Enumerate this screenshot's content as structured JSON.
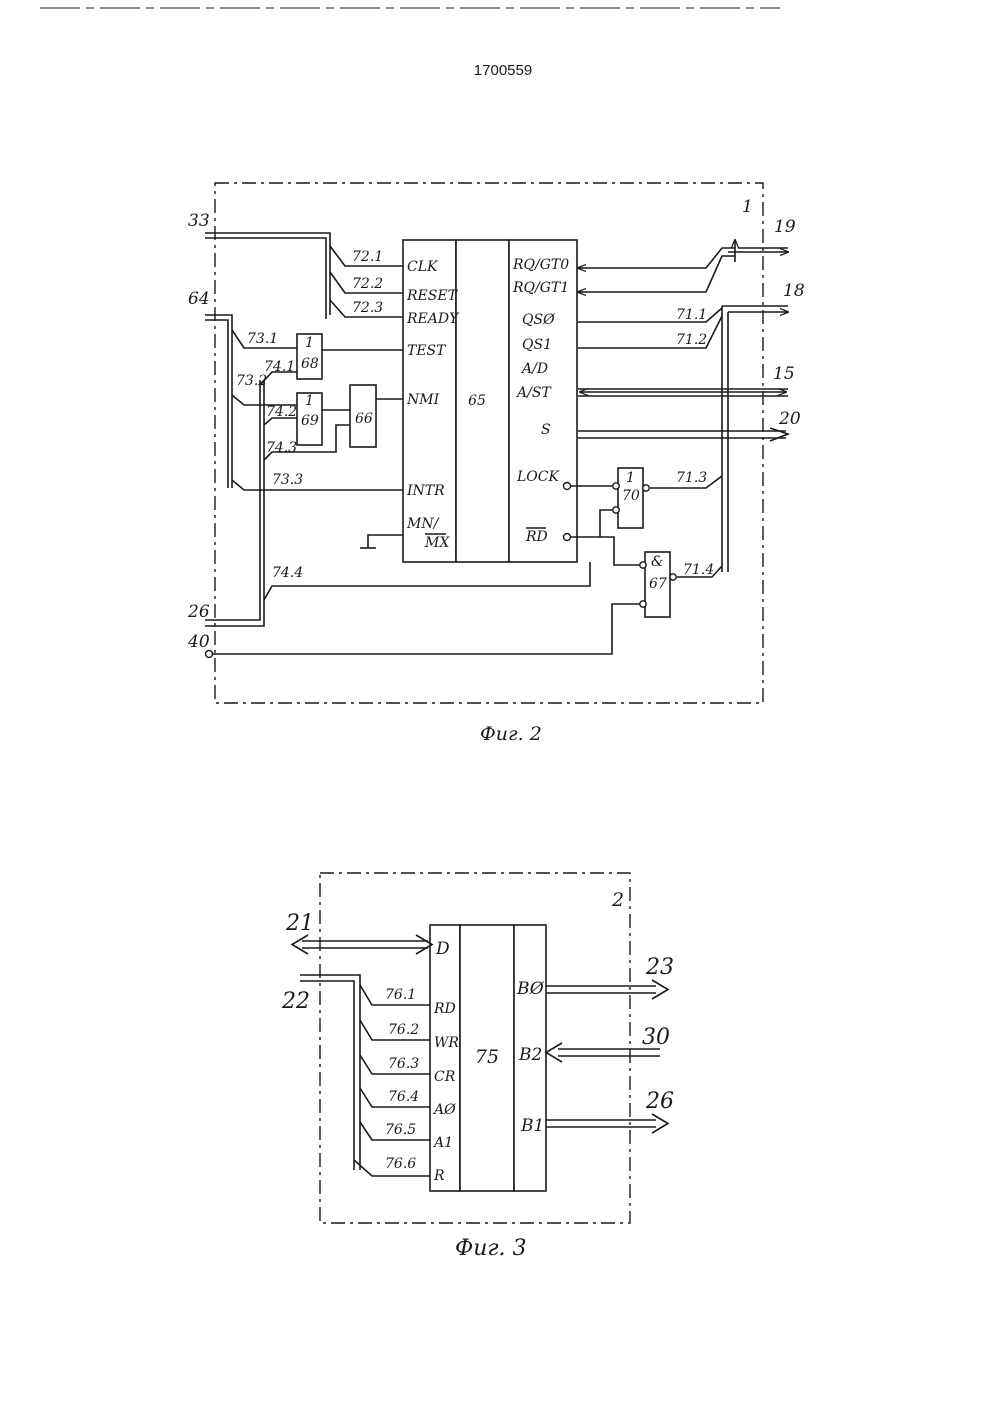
{
  "patent_number": "1700559",
  "figure2": {
    "caption": "Фиг. 2",
    "unit": "1",
    "cpu": "65",
    "inputs": {
      "in_33": "33",
      "in_64": "64",
      "in_26": "26",
      "in_40": "40"
    },
    "left_pins": {
      "clk": "CLK",
      "reset": "RESET",
      "ready": "READY",
      "test": "TEST",
      "nmi": "NMI",
      "intr": "INTR",
      "mn": "MN/",
      "mx": "MX"
    },
    "right_pins": {
      "rq_gt0": "RQ/GT0",
      "rq_gt1": "RQ/GT1",
      "qs0": "QSØ",
      "qs1": "QS1",
      "ad": "A/D",
      "ast": "A/ST",
      "s": "S",
      "lock": "LOCK",
      "rd": "RD"
    },
    "wires": {
      "w72_1": "72.1",
      "w72_2": "72.2",
      "w72_3": "72.3",
      "w73_1": "73.1",
      "w73_2": "73.2",
      "w73_3": "73.3",
      "w74_1": "74.1",
      "w74_2": "74.2",
      "w74_3": "74.3",
      "w74_4": "74.4",
      "w71_1": "71.1",
      "w71_2": "71.2",
      "w71_3": "71.3",
      "w71_4": "71.4"
    },
    "gates": {
      "g68": {
        "op": "1",
        "id": "68"
      },
      "g69": {
        "op": "1",
        "id": "69"
      },
      "g66": {
        "id": "66"
      },
      "g70": {
        "op": "1",
        "id": "70"
      },
      "g67": {
        "op": "&",
        "id": "67"
      }
    },
    "outputs": {
      "out_19": "19",
      "out_18": "18",
      "out_15": "15",
      "out_20": "20"
    }
  },
  "figure3": {
    "caption": "Фиг. 3",
    "unit": "2",
    "chip": "75",
    "inputs": {
      "in_21": "21",
      "in_22": "22"
    },
    "left_pins": {
      "d": "D",
      "rd": "RD",
      "wr": "WR",
      "cr": "CR",
      "a0": "AØ",
      "a1": "A1",
      "r": "R"
    },
    "right_pins": {
      "b0": "BØ",
      "b2": "B2",
      "b1": "B1"
    },
    "wires": {
      "w76_1": "76.1",
      "w76_2": "76.2",
      "w76_3": "76.3",
      "w76_4": "76.4",
      "w76_5": "76.5",
      "w76_6": "76.6"
    },
    "outputs": {
      "out_23": "23",
      "out_30": "30",
      "out_26": "26"
    }
  }
}
